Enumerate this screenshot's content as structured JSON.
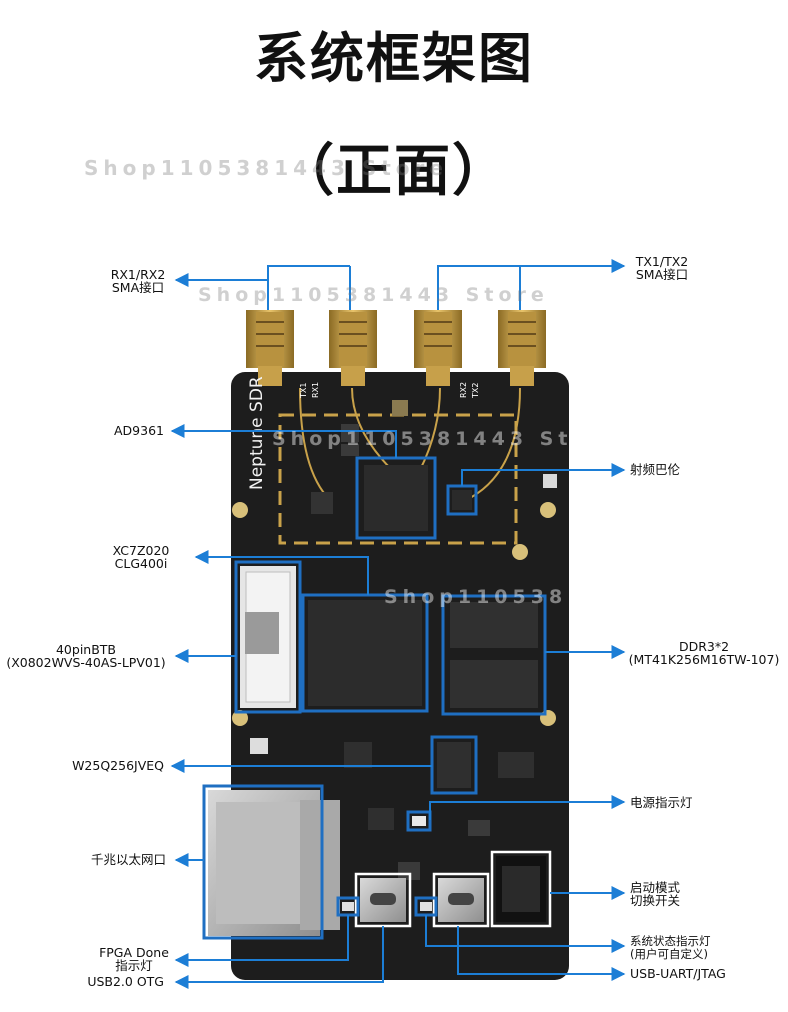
{
  "title": "系统框架图",
  "subtitle": "（正面）",
  "watermark": "Shop1105381443 Store",
  "board": {
    "brand_text": "Neptune SDR",
    "connector_marks": [
      "TX1",
      "RX1",
      "RX2",
      "TX2"
    ]
  },
  "labels": {
    "rx_sma": {
      "line1": "RX1/RX2",
      "line2": "SMA接口"
    },
    "tx_sma": {
      "line1": "TX1/TX2",
      "line2": "SMA接口"
    },
    "ad9361": "AD9361",
    "balun": "射频巴伦",
    "zynq": {
      "line1": "XC7Z020",
      "line2": "CLG400i"
    },
    "btb": {
      "line1": "40pinBTB",
      "line2": "(X0802WVS-40AS-LPV01)"
    },
    "ddr": {
      "line1": "DDR3*2",
      "line2": "(MT41K256M16TW-107)"
    },
    "flash": "W25Q256JVEQ",
    "power_led": "电源指示灯",
    "ethernet": "千兆以太网口",
    "boot_switch": {
      "line1": "启动模式",
      "line2": "切换开关"
    },
    "fpga_done": {
      "line1": "FPGA Done",
      "line2": "指示灯"
    },
    "status_led": {
      "line1": "系统状态指示灯",
      "line2": "(用户可自定义)"
    },
    "usb_otg": "USB2.0 OTG",
    "usb_uart": "USB-UART/JTAG"
  },
  "colors": {
    "annotation_line": "#1c7ed6",
    "highlight_box": "#1f6fc2",
    "pcb": "#1d1d1d",
    "gold": "#c9a24a"
  }
}
